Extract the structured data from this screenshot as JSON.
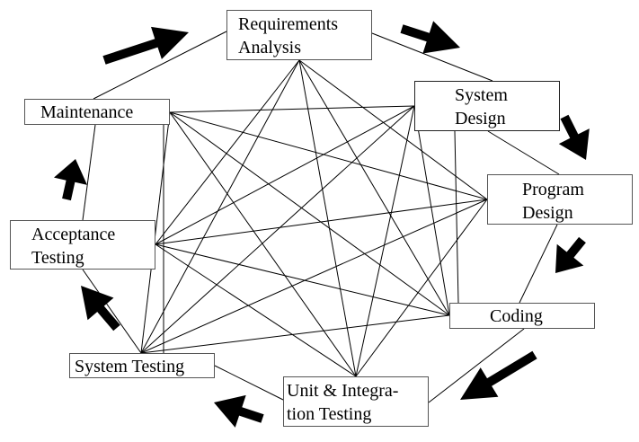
{
  "diagram": {
    "title": "Software development activities (fully connected lifecycle)",
    "line_color": "#000000",
    "arrow_color": "#000000",
    "nodes": [
      {
        "id": "requirements",
        "lines": [
          "Requirements",
          "Analysis"
        ]
      },
      {
        "id": "system-design",
        "lines": [
          "System",
          "Design"
        ]
      },
      {
        "id": "program-design",
        "lines": [
          "Program",
          "Design"
        ]
      },
      {
        "id": "coding",
        "lines": [
          "Coding"
        ]
      },
      {
        "id": "unit-integration-testing",
        "lines": [
          "Unit & Integra-",
          "tion Testing"
        ]
      },
      {
        "id": "system-testing",
        "lines": [
          "System Testing"
        ]
      },
      {
        "id": "acceptance-testing",
        "lines": [
          "Acceptance",
          "Testing"
        ]
      },
      {
        "id": "maintenance",
        "lines": [
          "Maintenance"
        ]
      }
    ],
    "edges": "all-pairs",
    "cycle_arrows": [
      {
        "from": "maintenance",
        "to": "requirements"
      },
      {
        "from": "requirements",
        "to": "system-design"
      },
      {
        "from": "system-design",
        "to": "program-design"
      },
      {
        "from": "program-design",
        "to": "coding"
      },
      {
        "from": "coding",
        "to": "unit-integration-testing"
      },
      {
        "from": "unit-integration-testing",
        "to": "system-testing"
      },
      {
        "from": "system-testing",
        "to": "acceptance-testing"
      },
      {
        "from": "acceptance-testing",
        "to": "maintenance"
      }
    ]
  }
}
